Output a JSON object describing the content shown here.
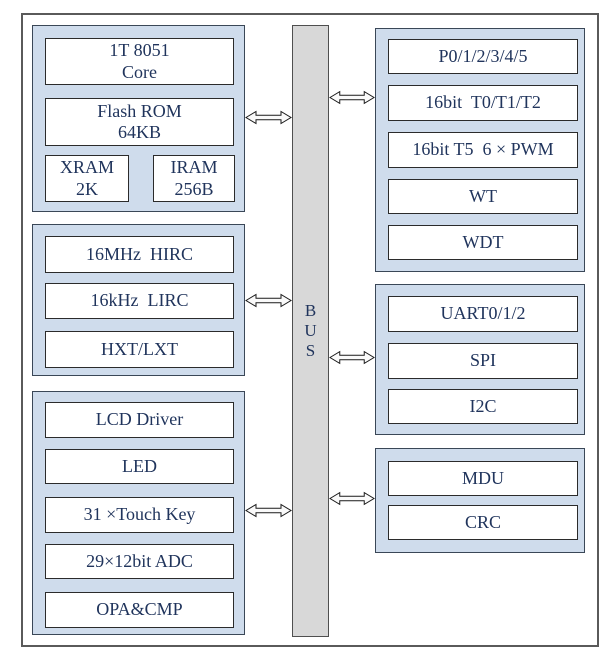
{
  "diagram_type": "mcu-block-diagram",
  "bus": {
    "letters": [
      "B",
      "U",
      "S"
    ],
    "fill_color": "#d8d8d8"
  },
  "icons": {
    "arrow": "double-headed-horizontal-arrow"
  },
  "colors": {
    "group_fill": "#cfdcec",
    "group_border": "#3a4757",
    "box_fill": "#ffffff",
    "box_border": "#2b2b2b",
    "frame_border": "#5a5a5a",
    "text": "#20345c"
  },
  "groups": {
    "core": {
      "name": "core-and-memory",
      "blocks": [
        {
          "line1": "1T 8051",
          "line2": "Core"
        },
        {
          "line1": "Flash ROM",
          "line2": "64KB"
        }
      ],
      "ram": [
        {
          "line1": "XRAM",
          "line2": "2K"
        },
        {
          "line1": "IRAM",
          "line2": "256B"
        }
      ]
    },
    "clock": {
      "name": "clock-sources",
      "blocks": [
        {
          "line1": "16MHz  HIRC"
        },
        {
          "line1": "16kHz  LIRC"
        },
        {
          "line1": "HXT/LXT"
        }
      ]
    },
    "analog": {
      "name": "display-and-analog",
      "blocks": [
        {
          "line1": "LCD Driver"
        },
        {
          "line1": "LED"
        },
        {
          "line1": "31 ×Touch Key"
        },
        {
          "line1": "29×12bit ADC"
        },
        {
          "line1": "OPA&CMP"
        }
      ]
    },
    "ports_timers": {
      "name": "ports-and-timers",
      "blocks": [
        {
          "line1": "P0/1/2/3/4/5"
        },
        {
          "line1": "16bit  T0/T1/T2"
        },
        {
          "line1": "16bit T5  6 × PWM"
        },
        {
          "line1": "WT"
        },
        {
          "line1": "WDT"
        }
      ]
    },
    "comms": {
      "name": "serial-interfaces",
      "blocks": [
        {
          "line1": "UART0/1/2"
        },
        {
          "line1": "SPI"
        },
        {
          "line1": "I2C"
        }
      ]
    },
    "math": {
      "name": "math-units",
      "blocks": [
        {
          "line1": "MDU"
        },
        {
          "line1": "CRC"
        }
      ]
    }
  }
}
